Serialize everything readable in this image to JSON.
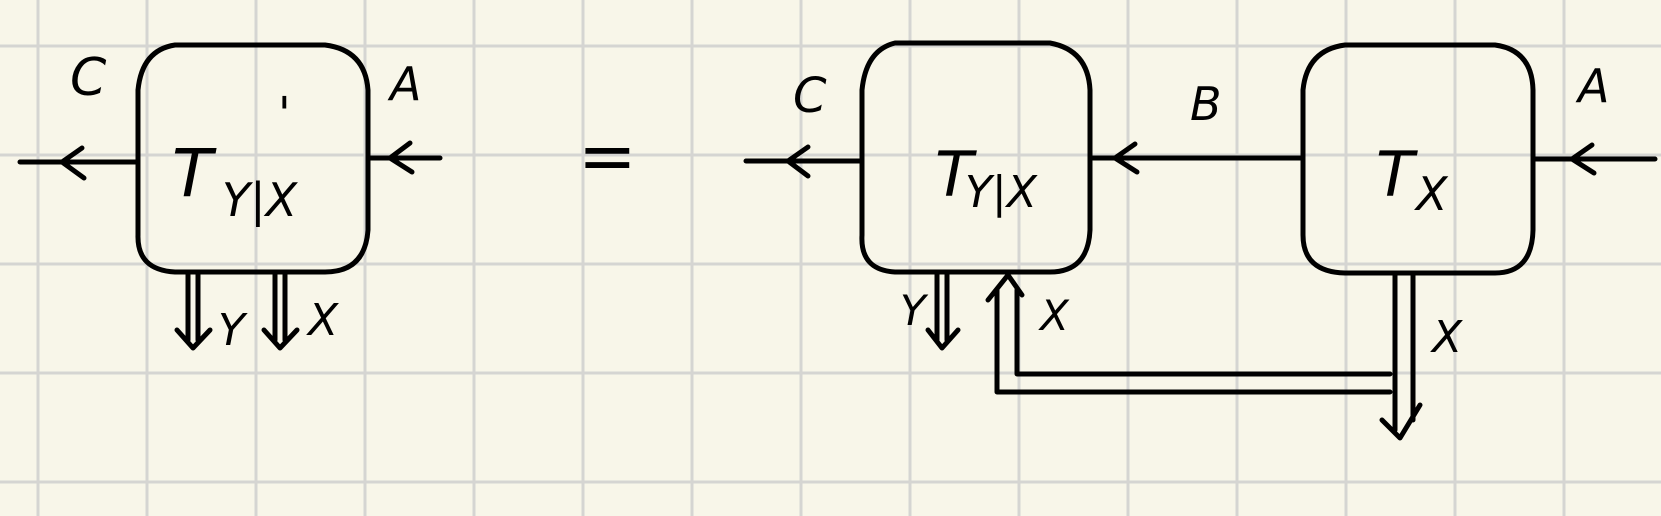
{
  "diagram": {
    "lhs": {
      "box_label": "T",
      "box_sub": "Y|X",
      "box_prime": "'",
      "left_wire": "C",
      "right_wire": "A",
      "out_y": "Y",
      "out_x": "X"
    },
    "equals": "=",
    "rhs": {
      "box1": {
        "label": "T",
        "sub": "Y|X"
      },
      "box2": {
        "label": "T",
        "sub": "X"
      },
      "left_wire": "C",
      "middle_wire": "B",
      "right_wire": "A",
      "out_y": "Y",
      "in_x": "X",
      "copy_x": "X"
    },
    "colors": {
      "ink": "#000000",
      "paper": "#f8f6e9",
      "grid": "#d5d5d2"
    }
  }
}
